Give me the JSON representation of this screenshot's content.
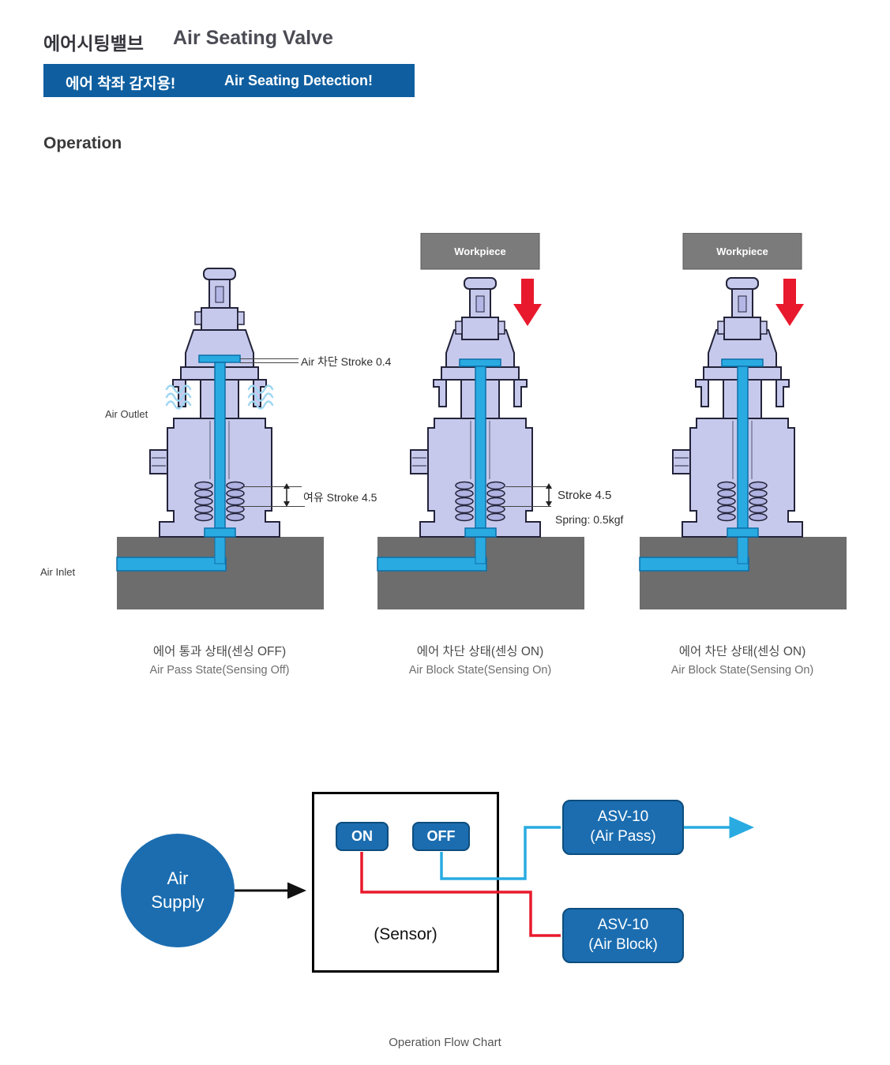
{
  "header": {
    "title_ko": "에어시팅밸브",
    "title_en": "Air Seating Valve",
    "banner_ko": "에어 착좌 감지용!",
    "banner_en": "Air Seating Detection!"
  },
  "section": {
    "title": "Operation"
  },
  "valves": [
    {
      "state": "air-pass",
      "label_stroke_top": "Air 차단 Stroke 0.4",
      "label_air_outlet": "Air Outlet",
      "label_stroke_bottom": "여유 Stroke 4.5",
      "label_air_inlet": "Air Inlet",
      "caption_ko": "에어 통과 상태(센싱 OFF)",
      "caption_en": "Air Pass State(Sensing Off)"
    },
    {
      "state": "air-block",
      "workpiece": "Workpiece",
      "label_stroke": "Stroke 4.5",
      "label_spring": "Spring: 0.5kgf",
      "caption_ko": "에어 차단 상태(센싱 ON)",
      "caption_en": "Air Block State(Sensing On)"
    },
    {
      "state": "air-block",
      "workpiece": "Workpiece",
      "caption_ko": "에어 차단 상태(센싱 ON)",
      "caption_en": "Air Block State(Sensing On)"
    }
  ],
  "flowchart": {
    "air_supply_line1": "Air",
    "air_supply_line2": "Supply",
    "on_label": "ON",
    "off_label": "OFF",
    "sensor_label": "(Sensor)",
    "asv_pass_line1": "ASV-10",
    "asv_pass_line2": "(Air Pass)",
    "asv_block_line1": "ASV-10",
    "asv_block_line2": "(Air Block)",
    "caption": "Operation Flow Chart"
  },
  "colors": {
    "banner_blue": "#0f5fa0",
    "flow_blue": "#1b6db0",
    "air_blue": "#29abe2",
    "alert_red": "#e8192c",
    "valve_lavender": "#c7c9ec",
    "base_gray": "#6d6d6d"
  }
}
